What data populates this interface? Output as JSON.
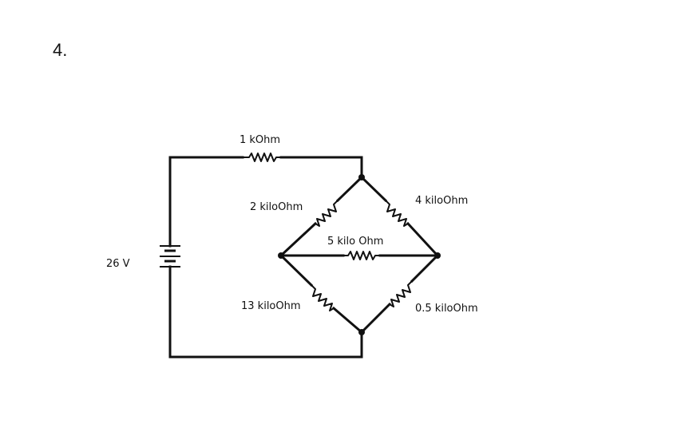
{
  "problem": {
    "number": "4."
  },
  "circuit": {
    "source": {
      "label": "26 V"
    },
    "resistors": {
      "series": "1 kOhm",
      "upper_left": "2 kiloOhm",
      "upper_right": "4 kiloOhm",
      "bridge": "5 kilo Ohm",
      "lower_left": "13 kiloOhm",
      "lower_right": "0.5 kiloOhm"
    }
  }
}
